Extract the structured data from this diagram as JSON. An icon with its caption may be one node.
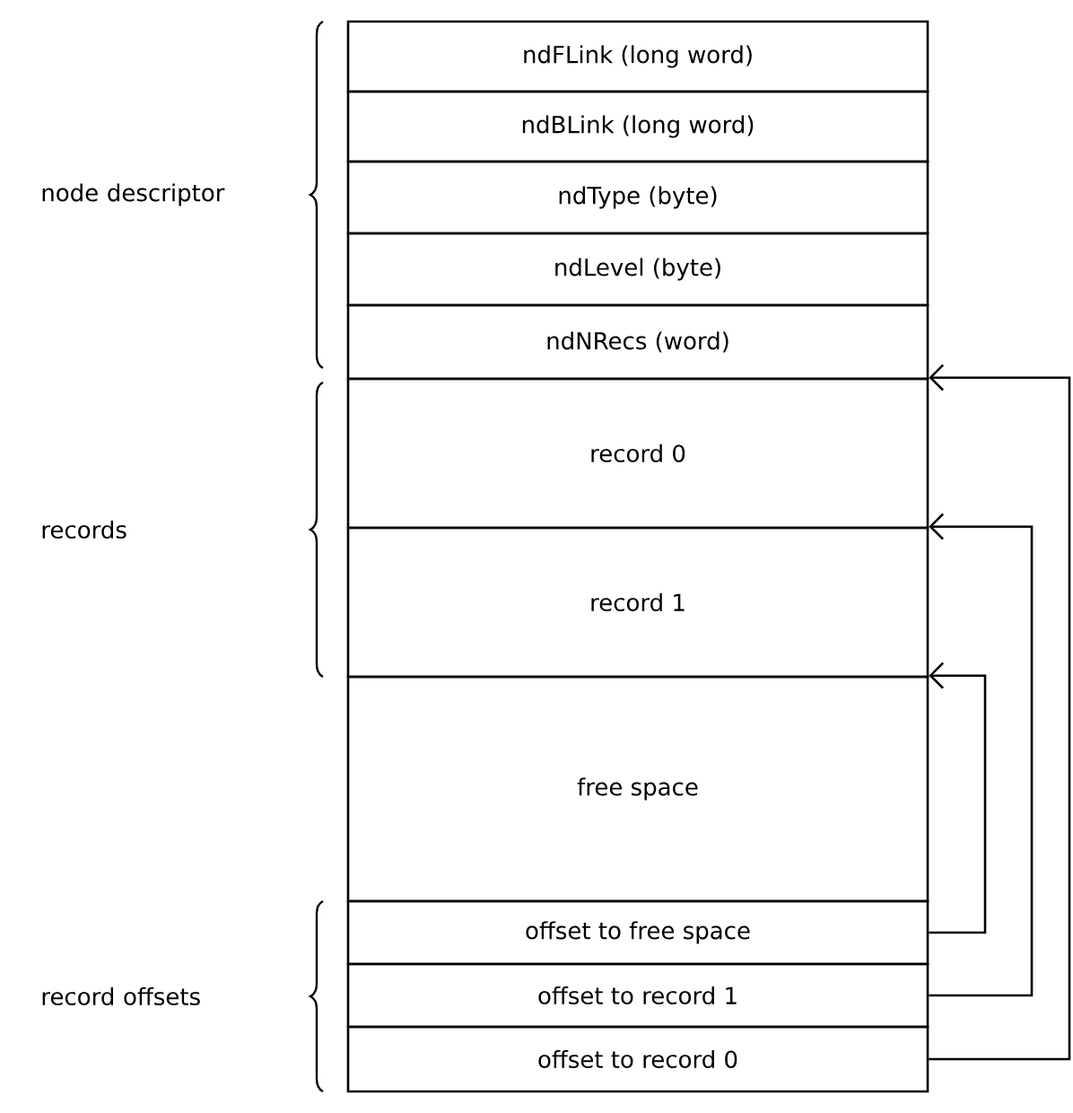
{
  "diagram": {
    "nodes": [
      {
        "text": [
          "ndFLink (long word)"
        ]
      },
      {
        "text": [
          "ndBLink (long word)"
        ]
      },
      {
        "text": [
          "ndType (byte)"
        ]
      },
      {
        "text": [
          "ndLevel (byte)"
        ]
      },
      {
        "text": [
          "ndNRecs (word)"
        ]
      },
      {
        "text": [
          "record 0"
        ]
      },
      {
        "text": [
          "record 1"
        ]
      },
      {
        "text": [
          "free space"
        ]
      },
      {
        "text": [
          "offset to free space"
        ]
      },
      {
        "text": [
          "offset to record 1"
        ]
      },
      {
        "text": [
          "offset to record 0"
        ]
      }
    ],
    "edges": [
      {
        "from": 8,
        "to": 7,
        "arrow": "to"
      },
      {
        "from": 9,
        "to": 6,
        "arrow": "to"
      },
      {
        "from": 10,
        "to": 5,
        "arrow": "to"
      }
    ],
    "labels": [
      "node descriptor",
      "records",
      "record offsets"
    ]
  }
}
